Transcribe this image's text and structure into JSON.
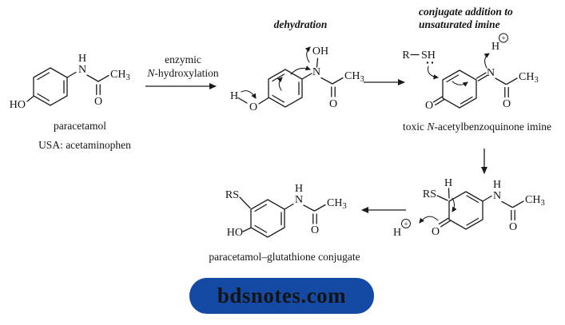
{
  "structures": {
    "paracetamol": {
      "caption": "paracetamol",
      "subcaption": "USA: acetaminophen"
    },
    "napqi": {
      "caption_pre": "toxic ",
      "caption_italic": "N",
      "caption_post": "-acetylbenzoquinone imine"
    },
    "glutathione_conjugate": {
      "caption": "paracetamol–glutathione conjugate"
    }
  },
  "annotations": {
    "step1_line1": "enzymic",
    "step1_line2_italic": "N",
    "step1_line2_rest": "-hydroxylation",
    "dehydration": "dehydration",
    "conj_add_line1": "conjugate addition to",
    "conj_add_line2": "unsaturated imine"
  },
  "atoms": {
    "ho": "HO",
    "oh": "OH",
    "o": "O",
    "n": "N",
    "h": "H",
    "ch": "CH",
    "sub3": "3",
    "r": "R",
    "sh": "SH",
    "rs": "RS",
    "plus": "+"
  },
  "colors": {
    "ink": "#1a1a1a"
  },
  "watermark": {
    "label": "bdsnotes.com",
    "bg": "#144aa4",
    "fg": "#ffffff"
  }
}
